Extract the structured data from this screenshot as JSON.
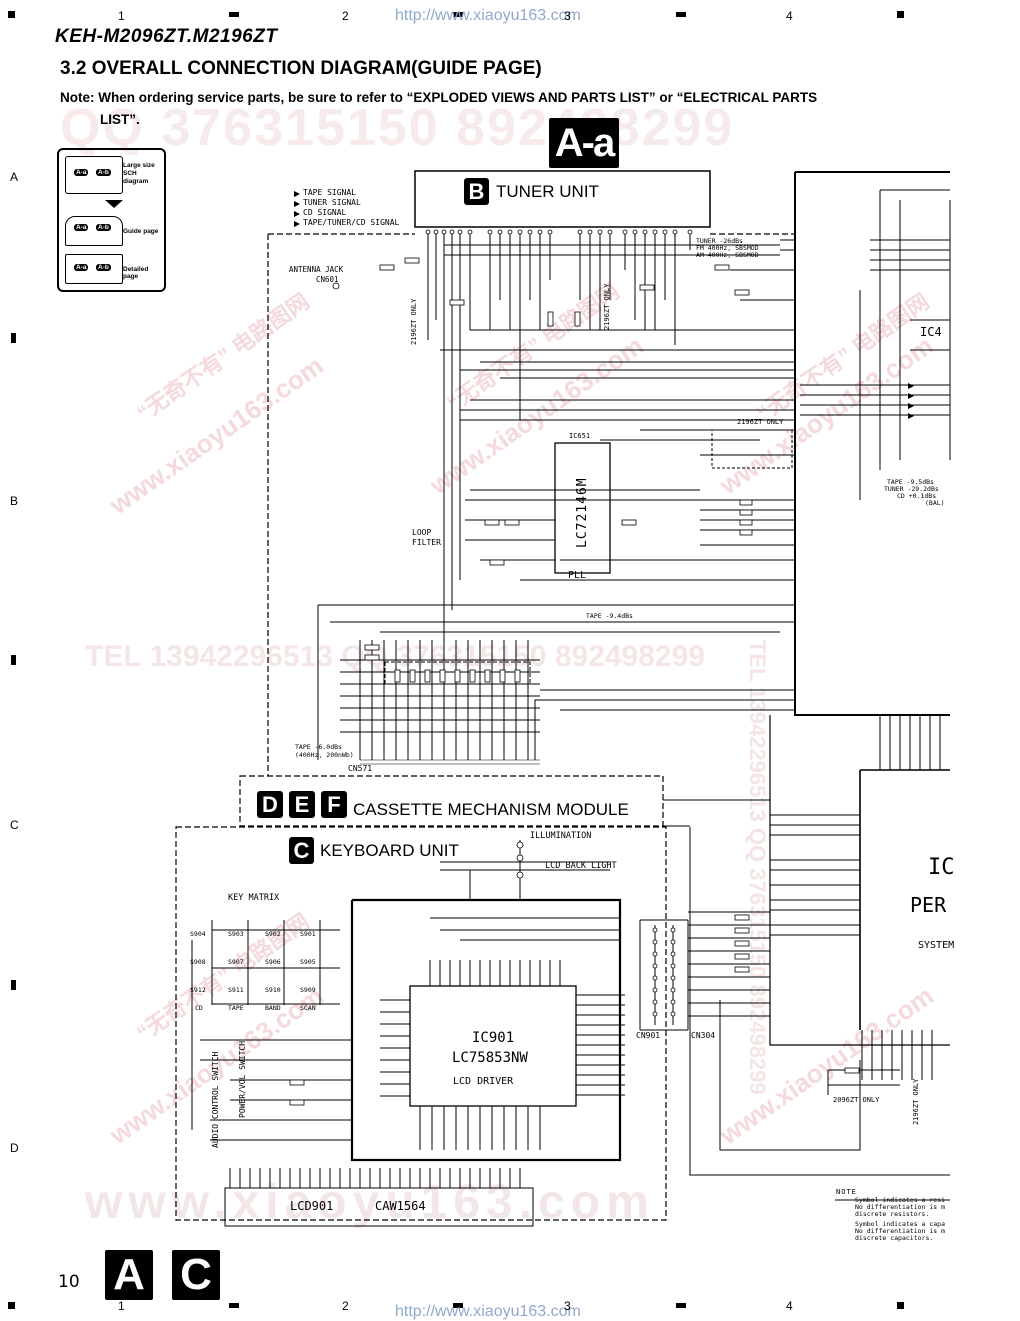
{
  "header": {
    "model": "KEH-M2096ZT.M2196ZT",
    "section_title": "3.2 OVERALL CONNECTION DIAGRAM(GUIDE PAGE)",
    "note_line1": "Note: When ordering service parts, be sure to refer to “EXPLODED VIEWS AND PARTS LIST” or “ELECTRICAL PARTS",
    "note_line2": "LIST”.",
    "url_top": "http://www.xiaoyu163.com",
    "url_bottom": "http://www.xiaoyu163.com"
  },
  "grid": {
    "columns": [
      "1",
      "2",
      "3",
      "4"
    ],
    "rows": [
      "A",
      "B",
      "C",
      "D"
    ]
  },
  "watermark": {
    "qq_line": "QQ 376315150  892498299",
    "tel_line": "TEL 13942296513  QQ 376315150  892498299",
    "site": "www.xiaoyu163.com",
    "cn": "“无奇不有” 电路图网",
    "big": "www.xiaoyu163.com"
  },
  "guide_legend": {
    "large_label": "Large size SCH diagram",
    "guide_label": "Guide page",
    "detail_label": "Detailed page",
    "tags": [
      "A-a",
      "A-b",
      "A-a",
      "A-b",
      "A-a",
      "A-b"
    ]
  },
  "page_badge": "A-a",
  "tuner": {
    "letter": "B",
    "title": "TUNER UNIT",
    "legend": [
      "TAPE SIGNAL",
      "TUNER SIGNAL",
      "CD SIGNAL",
      "TAPE/TUNER/CD SIGNAL"
    ],
    "antenna_jack": "ANTENNA JACK",
    "cn601": "CN601",
    "ic651": "IC651",
    "ic651_part": "LC72146M",
    "pll": "PLL",
    "loop_filter": "LOOP FILTER",
    "only_2196_a": "2196ZT ONLY",
    "only_2196_b": "2196ZT ONLY",
    "only_2196_c": "2196ZT ONLY",
    "tuner_level": "TUNER -26dBs",
    "fm_level": "FM 400Hz, SBSMOD",
    "am_level": "AM 400Hz, SBSMOD",
    "tape_level_1": "TAPE -9.4dBs",
    "tape_level_2": "TAPE -9.5dBs",
    "tuner_level_2": "TUNER -29.2dBs",
    "cd_level": "CD +0.1dBs",
    "bal": "(BAL)",
    "tape_level_3": "TAPE -6.0dBs",
    "tape_cond": "(400Hz, 200nWb)",
    "cn571": "CN571"
  },
  "cassette": {
    "letters": [
      "D",
      "E",
      "F"
    ],
    "title": "CASSETTE MECHANISM MODULE"
  },
  "keyboard": {
    "letter": "C",
    "title": "KEYBOARD UNIT",
    "key_matrix": "KEY MATRIX",
    "illumination": "ILLUMINATION",
    "lcd_back_light": "LCD BACK LIGHT",
    "audio_switch": "AUDIO CONTROL SWITCH",
    "power_switch": "POWER/VOL SWITCH",
    "ic901": "IC901",
    "ic901_part": "LC75853NW",
    "ic901_desc": "LCD DRIVER",
    "lcd": "LCD901",
    "lcd_part": "CAW1564",
    "cn901": "CN901",
    "cn304": "CN304",
    "keys": [
      "S904",
      "S903",
      "S902",
      "S901",
      "S908",
      "S907",
      "S906",
      "S905",
      "S912",
      "S911",
      "S910",
      "S909"
    ],
    "key_labels": [
      "CD",
      "TAPE",
      "BAND",
      "SCAN"
    ]
  },
  "right_panel": {
    "ic_text": "IC",
    "per_text": "PER",
    "system_text": "SYSTEM",
    "ic4_text": "IC4",
    "only_2096": "2096ZT ONLY"
  },
  "notes": {
    "title": "NOTE",
    "line1": "Symbol indicates a resi",
    "line2": "No differentiation is m",
    "line3": "discrete resistors.",
    "line4": "Symbol indicates a capa",
    "line5": "No differentiation is m",
    "line6": "discrete capacitors."
  },
  "footer": {
    "page_number": "10",
    "letter_a": "A",
    "letter_c": "C"
  }
}
